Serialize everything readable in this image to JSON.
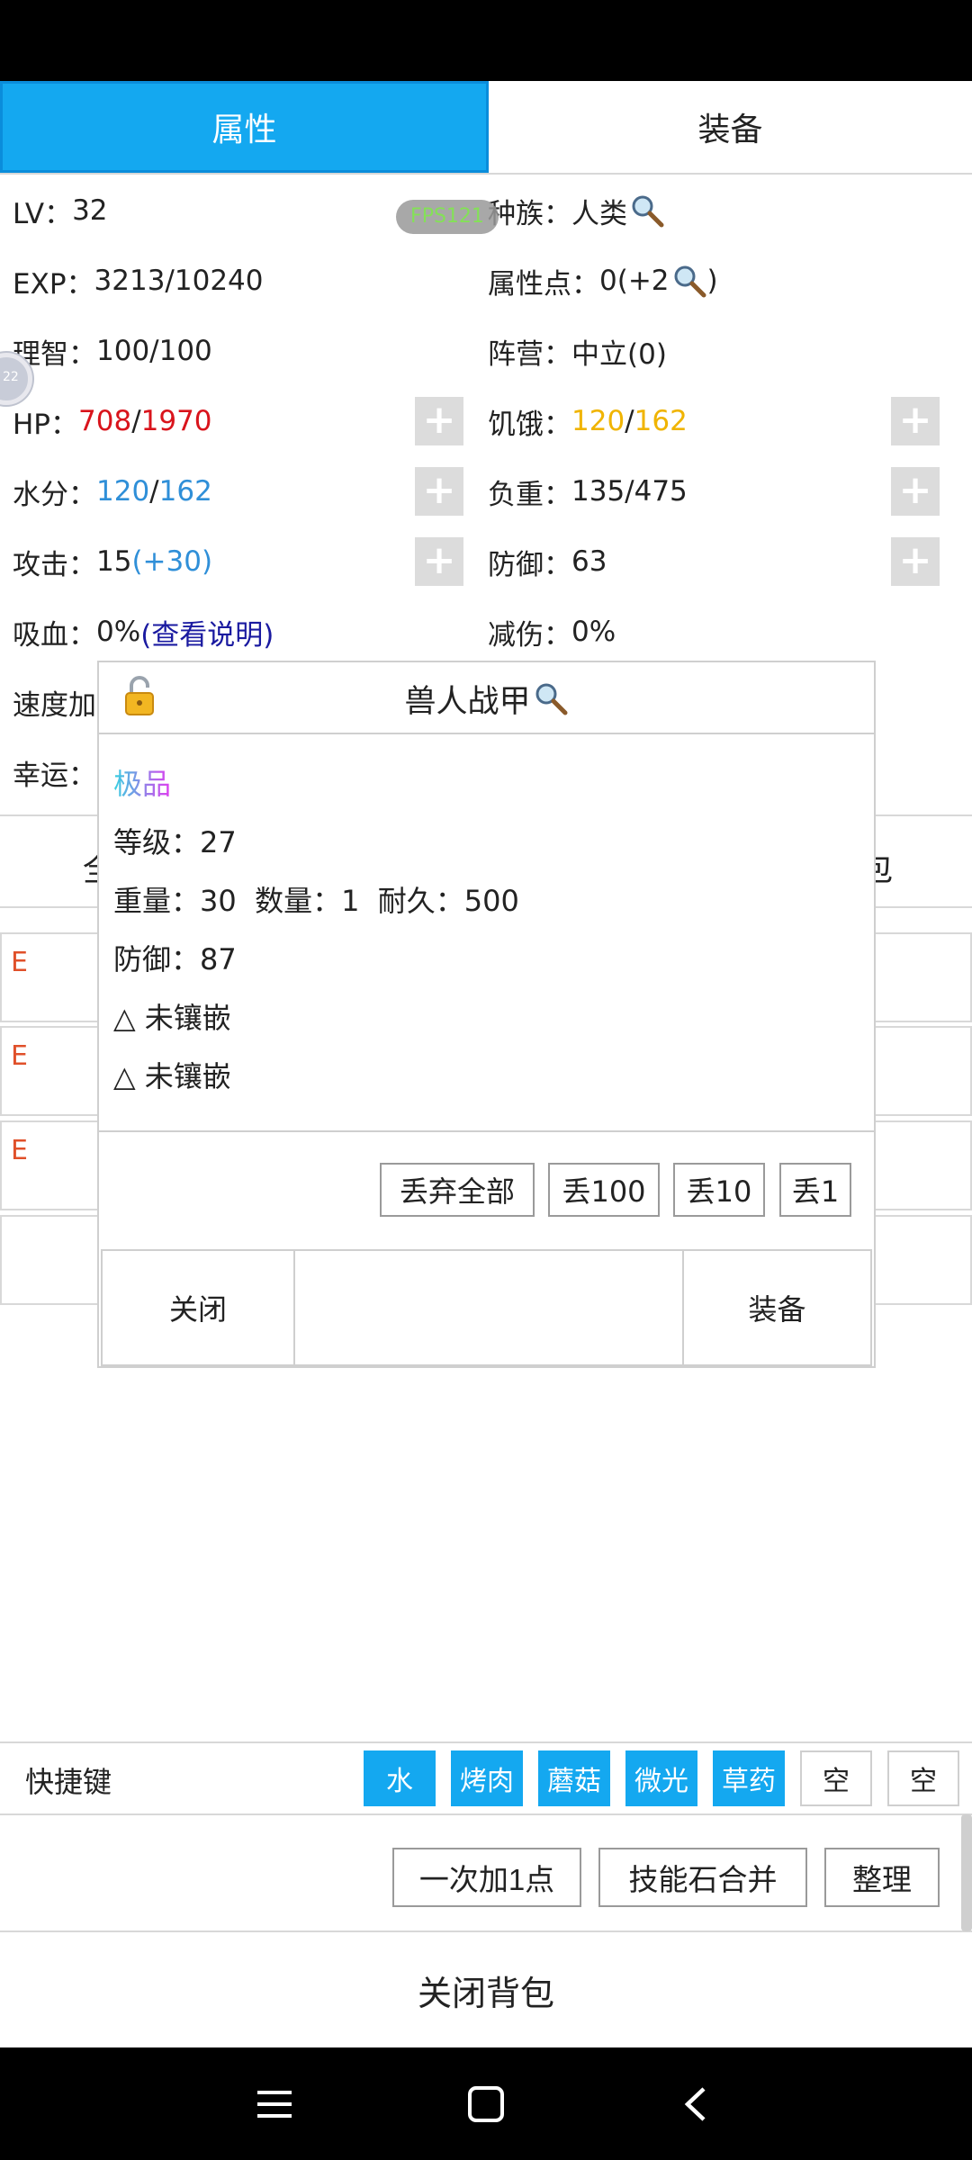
{
  "tabs": [
    {
      "label": "属性",
      "active": true
    },
    {
      "label": "装备",
      "active": false
    }
  ],
  "stats": {
    "lv": {
      "label": "LV：",
      "value": "32"
    },
    "race": {
      "label": "种族：",
      "value": "人类"
    },
    "exp": {
      "label": "EXP：",
      "value": "3213/10240"
    },
    "attr_points": {
      "label": "属性点：",
      "value_prefix": "0(+2",
      "value_suffix": ")"
    },
    "sanity": {
      "label": "理智：",
      "value": "100/100"
    },
    "camp": {
      "label": "阵营：",
      "value": "中立(0)"
    },
    "hp": {
      "label": "HP：",
      "current": "708",
      "sep": "/",
      "max": "1970"
    },
    "hunger": {
      "label": "饥饿：",
      "current": "120",
      "sep": "/",
      "max": "162"
    },
    "water": {
      "label": "水分：",
      "current": "120",
      "sep": "/",
      "max": "162"
    },
    "load": {
      "label": "负重：",
      "value": "135/475"
    },
    "attack": {
      "label": "攻击：",
      "value": "15 ",
      "bonus": "(+30)"
    },
    "defense": {
      "label": "防御：",
      "value": "63"
    },
    "lifesteal": {
      "label": "吸血：",
      "value": "0%",
      "link": "(查看说明)"
    },
    "damage_reduction": {
      "label": "减伤：",
      "value": "0%"
    },
    "speed_partial": "速度加",
    "luck_partial": "幸运："
  },
  "plus_label": "+",
  "fps": "FPS121",
  "float_ball_text": "22",
  "background": {
    "bar_left": "全",
    "bar_right": "包",
    "item_marker": "E"
  },
  "dialog": {
    "title": "兽人战甲",
    "quality": "极品",
    "level": "等级：27",
    "stats_line": "重量：30  数量：1  耐久：500",
    "defense": "防御：87",
    "socket1": "△ 未镶嵌",
    "socket2": "△ 未镶嵌",
    "drop_buttons": [
      "丢弃全部",
      "丢100",
      "丢10",
      "丢1"
    ],
    "close_label": "关闭",
    "equip_label": "装备"
  },
  "quickbar": {
    "label": "快捷键",
    "slots": [
      {
        "label": "水",
        "filled": true
      },
      {
        "label": "烤肉",
        "filled": true
      },
      {
        "label": "蘑菇",
        "filled": true
      },
      {
        "label": "微光",
        "filled": true
      },
      {
        "label": "草药",
        "filled": true
      },
      {
        "label": "空",
        "filled": false
      },
      {
        "label": "空",
        "filled": false
      }
    ]
  },
  "actions": [
    "一次加1点",
    "技能石合并",
    "整理"
  ],
  "close_bag": "关闭背包",
  "icons": {
    "search": "search-icon",
    "lock": "unlock-icon",
    "nav_menu": "menu-icon",
    "nav_home": "home-icon",
    "nav_back": "back-icon"
  },
  "colors": {
    "accent": "#14a8f0",
    "hp": "#d9141c",
    "water": "#2f8fd8",
    "hunger": "#f0b400",
    "link": "#1a1aa0"
  }
}
